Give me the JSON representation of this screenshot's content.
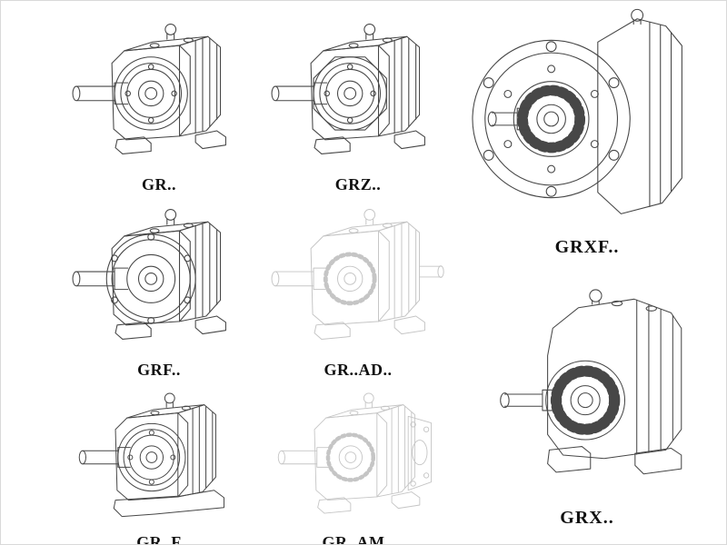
{
  "products": [
    {
      "id": "gr",
      "label": "GR.."
    },
    {
      "id": "grz",
      "label": "GRZ.."
    },
    {
      "id": "grxf",
      "label": "GRXF.."
    },
    {
      "id": "grf",
      "label": "GRF.."
    },
    {
      "id": "gr-ad",
      "label": "GR..AD.."
    },
    {
      "id": "gr-f",
      "label": "GR..F"
    },
    {
      "id": "gr-am",
      "label": "GR..AM.."
    },
    {
      "id": "grx",
      "label": "GRX.."
    }
  ],
  "colors": {
    "line": "#474747",
    "light_line": "#c5c5c5",
    "label": "#111111",
    "background": "#ffffff",
    "border": "#d9d9d9"
  }
}
